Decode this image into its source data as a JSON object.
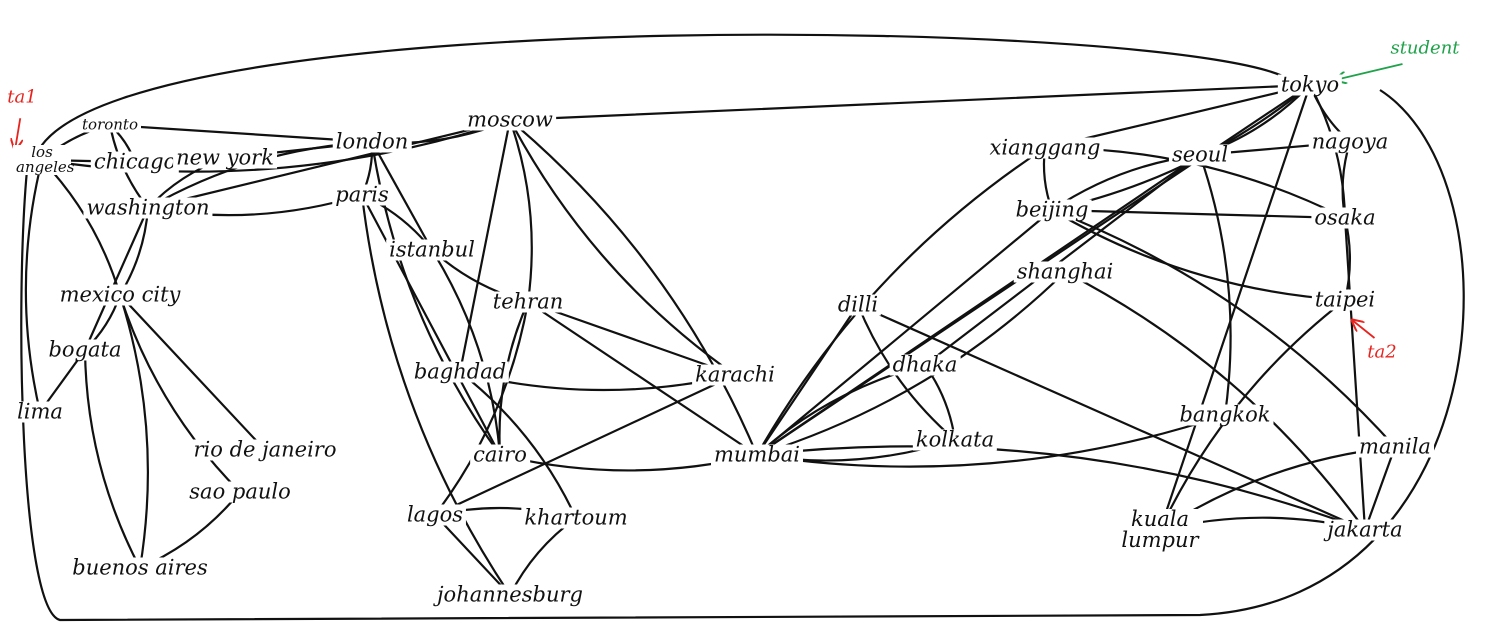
{
  "colors": {
    "ink": "#111111",
    "ta": "#e8231e",
    "student": "#1fa34a"
  },
  "annotations": [
    {
      "id": "ta1",
      "label": "ta1",
      "points_to": "los angeles",
      "color": "#e8231e"
    },
    {
      "id": "student",
      "label": "student",
      "points_to": "tokyo",
      "color": "#1fa34a"
    },
    {
      "id": "ta2",
      "label": "ta2",
      "points_to": "taipei",
      "color": "#e8231e"
    }
  ],
  "nodes": [
    {
      "id": "la",
      "label": "los angeles"
    },
    {
      "id": "toronto",
      "label": "toronto"
    },
    {
      "id": "chicago",
      "label": "chicago"
    },
    {
      "id": "newyork",
      "label": "new york"
    },
    {
      "id": "washington",
      "label": "washington"
    },
    {
      "id": "london",
      "label": "london"
    },
    {
      "id": "moscow",
      "label": "moscow"
    },
    {
      "id": "paris",
      "label": "paris"
    },
    {
      "id": "istanbul",
      "label": "istanbul"
    },
    {
      "id": "tehran",
      "label": "tehran"
    },
    {
      "id": "baghdad",
      "label": "baghdad"
    },
    {
      "id": "karachi",
      "label": "karachi"
    },
    {
      "id": "cairo",
      "label": "cairo"
    },
    {
      "id": "mumbai",
      "label": "mumbai"
    },
    {
      "id": "lagos",
      "label": "lagos"
    },
    {
      "id": "khartoum",
      "label": "khartoum"
    },
    {
      "id": "johannesburg",
      "label": "johannesburg"
    },
    {
      "id": "mexico",
      "label": "mexico city"
    },
    {
      "id": "bogata",
      "label": "bogata"
    },
    {
      "id": "lima",
      "label": "lima"
    },
    {
      "id": "rio",
      "label": "rio de janeiro"
    },
    {
      "id": "saopaulo",
      "label": "sao paulo"
    },
    {
      "id": "buenos",
      "label": "buenos aires"
    },
    {
      "id": "xianggang",
      "label": "xianggang"
    },
    {
      "id": "beijing",
      "label": "beijing"
    },
    {
      "id": "seoul",
      "label": "seoul"
    },
    {
      "id": "nagoya",
      "label": "nagoya"
    },
    {
      "id": "tokyo",
      "label": "tokyo"
    },
    {
      "id": "osaka",
      "label": "osaka"
    },
    {
      "id": "taipei",
      "label": "taipei"
    },
    {
      "id": "shanghai",
      "label": "shanghai"
    },
    {
      "id": "dilli",
      "label": "dilli"
    },
    {
      "id": "dhaka",
      "label": "dhaka"
    },
    {
      "id": "kolkata",
      "label": "kolkata"
    },
    {
      "id": "bangkok",
      "label": "bangkok"
    },
    {
      "id": "manila",
      "label": "manila"
    },
    {
      "id": "kuala",
      "label": "kuala lumpur"
    },
    {
      "id": "jakarta",
      "label": "jakarta"
    }
  ],
  "edges": [
    [
      "la",
      "toronto"
    ],
    [
      "la",
      "chicago"
    ],
    [
      "la",
      "lima"
    ],
    [
      "la",
      "mexico"
    ],
    [
      "la",
      "tokyo"
    ],
    [
      "la",
      "moscow"
    ],
    [
      "toronto",
      "chicago"
    ],
    [
      "toronto",
      "london"
    ],
    [
      "toronto",
      "washington"
    ],
    [
      "chicago",
      "newyork"
    ],
    [
      "newyork",
      "london"
    ],
    [
      "newyork",
      "washington"
    ],
    [
      "washington",
      "london"
    ],
    [
      "washington",
      "moscow"
    ],
    [
      "washington",
      "paris"
    ],
    [
      "washington",
      "mexico"
    ],
    [
      "washington",
      "bogata"
    ],
    [
      "london",
      "moscow"
    ],
    [
      "london",
      "paris"
    ],
    [
      "london",
      "istanbul"
    ],
    [
      "london",
      "cairo"
    ],
    [
      "moscow",
      "tehran"
    ],
    [
      "moscow",
      "baghdad"
    ],
    [
      "moscow",
      "karachi"
    ],
    [
      "moscow",
      "mumbai"
    ],
    [
      "moscow",
      "tokyo"
    ],
    [
      "paris",
      "johannesburg"
    ],
    [
      "paris",
      "istanbul"
    ],
    [
      "paris",
      "cairo"
    ],
    [
      "istanbul",
      "tehran"
    ],
    [
      "istanbul",
      "cairo"
    ],
    [
      "tehran",
      "karachi"
    ],
    [
      "tehran",
      "cairo"
    ],
    [
      "tehran",
      "lagos"
    ],
    [
      "tehran",
      "mumbai"
    ],
    [
      "baghdad",
      "karachi"
    ],
    [
      "baghdad",
      "khartoum"
    ],
    [
      "karachi",
      "lagos"
    ],
    [
      "cairo",
      "mumbai"
    ],
    [
      "lagos",
      "khartoum"
    ],
    [
      "lagos",
      "johannesburg"
    ],
    [
      "khartoum",
      "johannesburg"
    ],
    [
      "mexico",
      "bogata"
    ],
    [
      "mexico",
      "rio"
    ],
    [
      "mexico",
      "saopaulo"
    ],
    [
      "mexico",
      "buenos"
    ],
    [
      "bogata",
      "lima"
    ],
    [
      "bogata",
      "buenos"
    ],
    [
      "saopaulo",
      "buenos"
    ],
    [
      "mumbai",
      "dilli"
    ],
    [
      "mumbai",
      "kolkata"
    ],
    [
      "mumbai",
      "dhaka"
    ],
    [
      "mumbai",
      "beijing"
    ],
    [
      "mumbai",
      "bangkok"
    ],
    [
      "mumbai",
      "jakarta"
    ],
    [
      "mumbai",
      "tokyo"
    ],
    [
      "mumbai",
      "shanghai"
    ],
    [
      "mumbai",
      "xianggang"
    ],
    [
      "mumbai",
      "seoul"
    ],
    [
      "xianggang",
      "beijing"
    ],
    [
      "xianggang",
      "osaka"
    ],
    [
      "xianggang",
      "tokyo"
    ],
    [
      "beijing",
      "tokyo"
    ],
    [
      "beijing",
      "seoul"
    ],
    [
      "beijing",
      "osaka"
    ],
    [
      "beijing",
      "taipei"
    ],
    [
      "beijing",
      "manila"
    ],
    [
      "seoul",
      "nagoya"
    ],
    [
      "seoul",
      "tokyo"
    ],
    [
      "seoul",
      "bangkok"
    ],
    [
      "seoul",
      "dhaka"
    ],
    [
      "tokyo",
      "nagoya"
    ],
    [
      "tokyo",
      "osaka"
    ],
    [
      "tokyo",
      "kuala"
    ],
    [
      "nagoya",
      "osaka"
    ],
    [
      "osaka",
      "taipei"
    ],
    [
      "osaka",
      "jakarta"
    ],
    [
      "taipei",
      "kuala"
    ],
    [
      "shanghai",
      "jakarta"
    ],
    [
      "dilli",
      "jakarta"
    ],
    [
      "dilli",
      "kolkata"
    ],
    [
      "dhaka",
      "kolkata"
    ],
    [
      "manila",
      "jakarta"
    ],
    [
      "manila",
      "kuala"
    ],
    [
      "kuala",
      "jakarta"
    ]
  ]
}
